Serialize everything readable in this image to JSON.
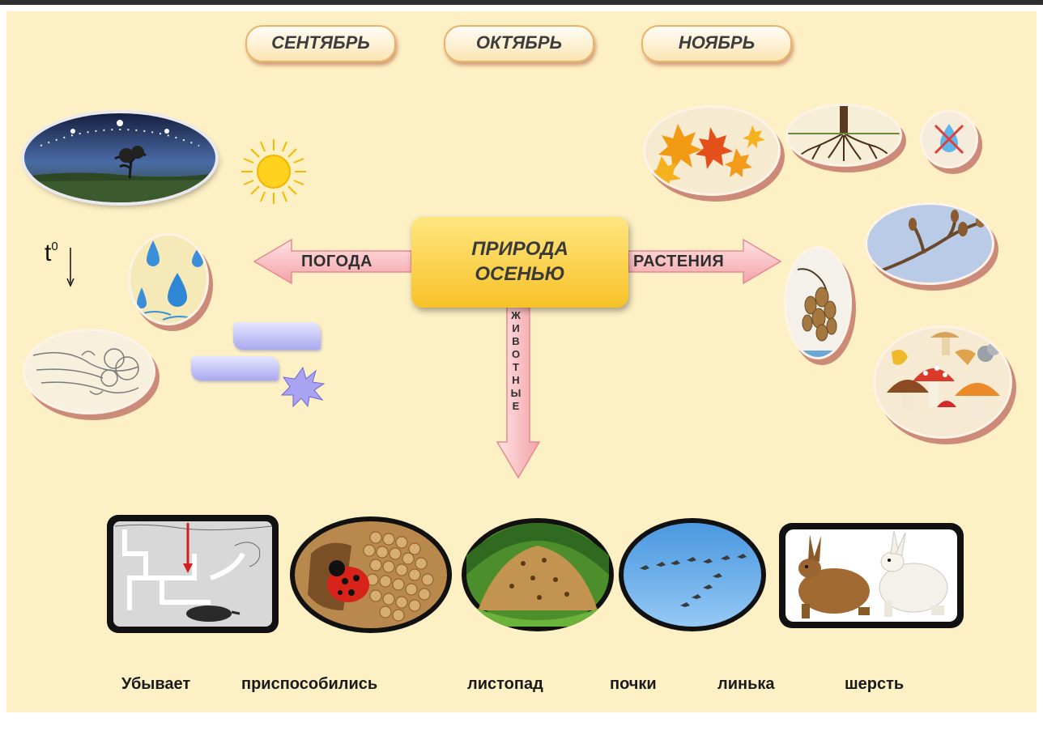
{
  "months": [
    "СЕНТЯБРЬ",
    "ОКТЯБРЬ",
    "НОЯБРЬ"
  ],
  "center": {
    "line1": "ПРИРОДА",
    "line2": "ОСЕНЬЮ"
  },
  "arrows": {
    "weather": "ПОГОДА",
    "plants": "РАСТЕНИЯ",
    "animals": "ЖИВОТНЫЕ"
  },
  "temperature": {
    "symbol": "t",
    "superscript": "0"
  },
  "words": [
    "Убывает",
    "приспособились",
    "листопад",
    "почки",
    "линька",
    "шерсть"
  ],
  "colors": {
    "background": "#fdf0c4",
    "arrow": "#f7b9bd",
    "center": "#f7c228"
  },
  "icons": [
    "night-sky-tree",
    "sun-icon",
    "rain-drops",
    "wind-clouds",
    "cloud-shapes",
    "spark-star",
    "maple-leaves",
    "tree-roots",
    "no-water-icon",
    "tree-buds",
    "dry-seeds",
    "mushrooms",
    "mole-burrow",
    "ladybug-hiding",
    "anthill",
    "flying-geese",
    "hares-molting"
  ]
}
